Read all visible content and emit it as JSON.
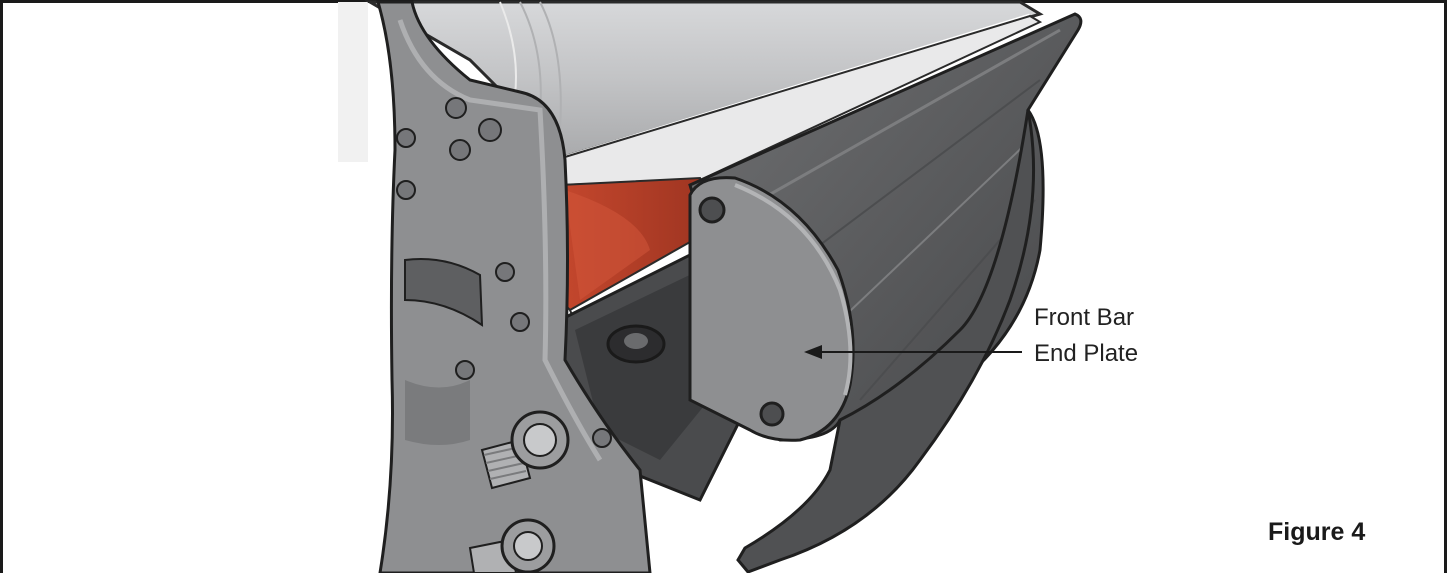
{
  "callout": {
    "line1": "Front Bar",
    "line2": "End Plate"
  },
  "figure_label": "Figure 4",
  "colors": {
    "frame": "#1a1a1a",
    "roller": "#c8c9cb",
    "side_plate": "#8e8f91",
    "front_bar": "#5d5e60",
    "end_plate": "#8a8b8d",
    "red_insert": "#b5402a"
  }
}
